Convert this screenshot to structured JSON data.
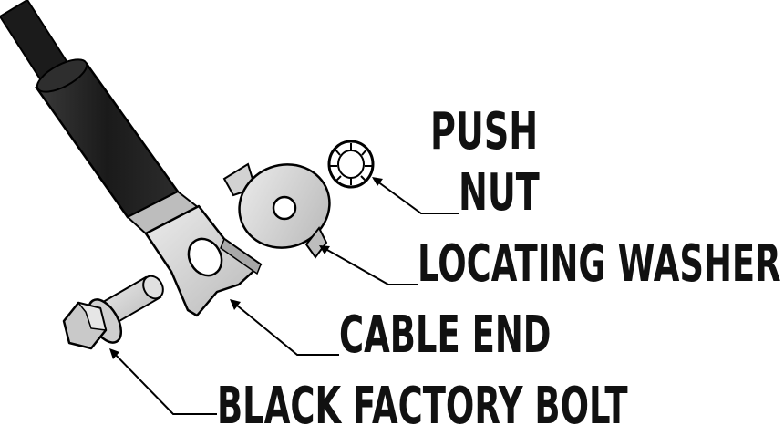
{
  "labels": {
    "push": "PUSH",
    "nut": "NUT",
    "locating_washer": "LOCATING WASHER",
    "cable_end": "CABLE END",
    "black_factory_bolt": "BLACK FACTORY BOLT"
  },
  "colors": {
    "ink": "#111111",
    "cable_sheath": "#1f1f1f",
    "metal": "#d9d9d9",
    "metal_shadow": "#9a9a9a",
    "background": "#ffffff"
  }
}
